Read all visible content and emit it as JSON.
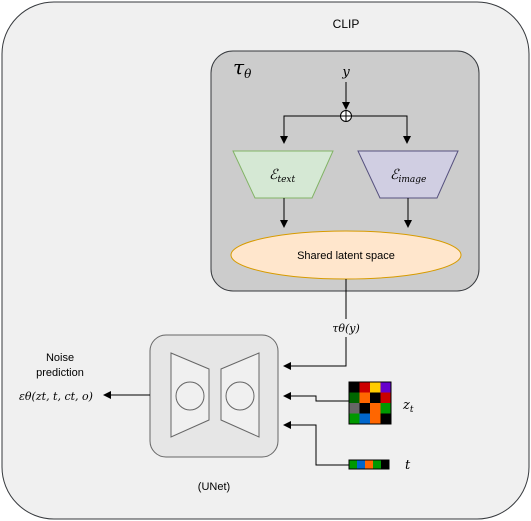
{
  "clip": {
    "label": "CLIP"
  },
  "tau": {
    "label": "τ",
    "sub": "θ"
  },
  "input_y": {
    "label": "y"
  },
  "encoder_text": {
    "label": "ℰ",
    "sub": "text"
  },
  "encoder_image": {
    "label": "ℰ",
    "sub": "image"
  },
  "shared_latent": {
    "label": "Shared latent space"
  },
  "tau_of_y": {
    "label": "τθ(y)"
  },
  "unet": {
    "label": "(UNet)"
  },
  "noise_prediction": {
    "line1": "Noise",
    "line2": "prediction",
    "formula": "εθ(zt, t, ct, o)"
  },
  "z_t": {
    "label": "z",
    "sub": "t"
  },
  "t_input": {
    "label": "t"
  },
  "colors": {
    "clip_fill": "#f0f0f0",
    "tau_fill": "#cccccc",
    "text_encoder_fill": "#d5e8d4",
    "text_encoder_stroke": "#82b366",
    "image_encoder_fill": "#d0cee2",
    "image_encoder_stroke": "#56517e",
    "latent_fill": "#ffe6cc",
    "latent_stroke": "#d79b00",
    "z_grid": [
      "#000000",
      "#cc0000",
      "#ffcc00",
      "#6600cc",
      "#006600",
      "#ff6600",
      "#000000",
      "#cc0000",
      "#666666",
      "#000000",
      "#ff6600",
      "#009900",
      "#009900",
      "#0066cc",
      "#ff6600",
      "#000000"
    ],
    "t_strip": [
      "#009900",
      "#0066cc",
      "#ff6600",
      "#009900",
      "#000000"
    ]
  }
}
